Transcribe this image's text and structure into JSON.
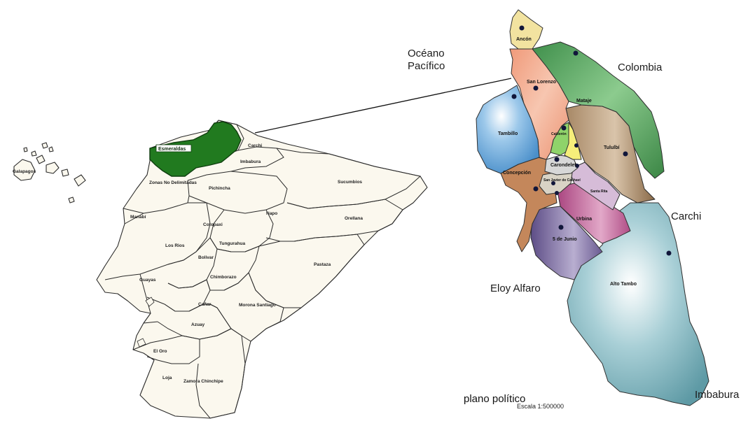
{
  "ecuador_map": {
    "highlighted_province": "Esmeraldas",
    "province_labels": {
      "carchi": "Carchi",
      "imbabura": "Imbabura",
      "zonas_no_delimitadas": "Zonas No Delimitadas",
      "pichincha": "Pichincha",
      "sucumbios": "Sucumbios",
      "manabi": "Manabí",
      "napo": "Napo",
      "cotopaxi": "Cotopaxi",
      "orellana": "Orellana",
      "los_rios": "Los Rios",
      "tungurahua": "Tungurahua",
      "bolivar": "Bolivar",
      "pastaza": "Pastaza",
      "guayas": "Guayas",
      "chimborazo": "Chimborazo",
      "canar": "Cañar",
      "morona_santiago": "Morona Santiago",
      "azuay": "Azuay",
      "el_oro": "El Oro",
      "loja": "Loja",
      "zamora_chinchipe": "Zamora Chinchipe",
      "galapagos": "Galapagos"
    },
    "colors": {
      "highlight": "#217a1f",
      "land": "#fbf8ee",
      "border": "#2a2a2a"
    }
  },
  "detail_map": {
    "neighbors": {
      "oceano_pacifico": [
        "Océano",
        "Pacífico"
      ],
      "colombia": "Colombia",
      "carchi": "Carchi",
      "eloy_alfaro": "Eloy Alfaro",
      "imbabura": "Imbabura"
    },
    "parishes": {
      "ancon": "Ancón",
      "san_lorenzo": "San Lorenzo",
      "mataje": "Mataje",
      "tambillo": "Tambillo",
      "calderon": "Calderón",
      "tululbi": "Tululbí",
      "carondelet": "Carondelet",
      "concepcion": "Concepción",
      "san_javier": "San Javier de Cachaví",
      "santa_rita": "Santa Rita",
      "urbina": "Urbina",
      "cinco_de_junio": "5 de Junio",
      "alto_tambo": "Alto Tambo"
    },
    "colors": {
      "ancon": "#f2e3a0",
      "san_lorenzo": "#f0a78a",
      "mataje": "#4f9b58",
      "tambillo": "#5b9fd3",
      "calderon_a": "#8fd36a",
      "calderon_b": "#f6ee7a",
      "tululbi": "#9a7a57",
      "carondelet": "#d7d7d7",
      "concepcion": "#c4875b",
      "san_javier": "#d9d3c5",
      "santa_rita": "#d6bcd8",
      "urbina": "#b5538c",
      "cinco_de_junio": "#6e5d93",
      "alto_tambo": "#7cb0bb",
      "town_dot": "#11163a"
    },
    "title": "plano político",
    "scale": "Escala 1:500000"
  }
}
